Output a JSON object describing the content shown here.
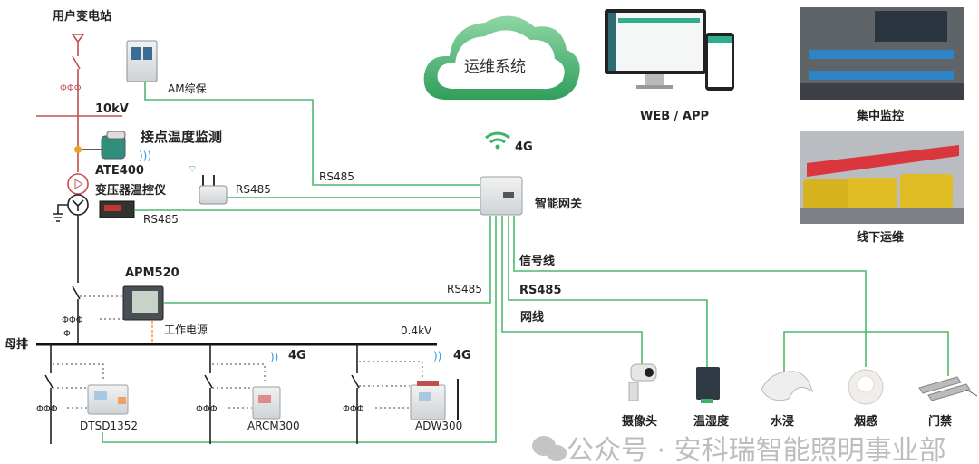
{
  "substation": {
    "title": "用户变电站",
    "hv_bus": "10kV",
    "lv_bus": "0.4kV",
    "busbar": "母排",
    "work_power": "工作电源"
  },
  "devices": {
    "am": "AM综保",
    "contact_temp": "接点温度监测",
    "ate400": "ATE400",
    "transformer_ctrl": "变压器温控仪",
    "apm520": "APM520",
    "dtsd1352": "DTSD1352",
    "arcm300": "ARCM300",
    "adw300": "ADW300",
    "gateway": "智能网关"
  },
  "links": {
    "rs485_am": "RS485",
    "rs485_wireless": "RS485",
    "rs485_ctrl": "RS485",
    "rs485_apm": "RS485",
    "signal": "信号线",
    "rs485_sensor": "RS485",
    "network": "网线",
    "g4_gateway": "4G",
    "g4_arcm": "4G",
    "g4_adw": "4G"
  },
  "cloud": {
    "label": "运维系统",
    "color": "#5bbf7d"
  },
  "platform": {
    "web_app": "WEB / APP",
    "central_monitor": "集中监控",
    "offline_ops": "线下运维"
  },
  "sensors": [
    "摄像头",
    "温湿度",
    "水浸",
    "烟感",
    "门禁"
  ],
  "watermark": "公众号 · 安科瑞智能照明事业部",
  "colors": {
    "link": "#4cba6b",
    "hv": "#c0504d",
    "wifi": "#2e9be0"
  }
}
